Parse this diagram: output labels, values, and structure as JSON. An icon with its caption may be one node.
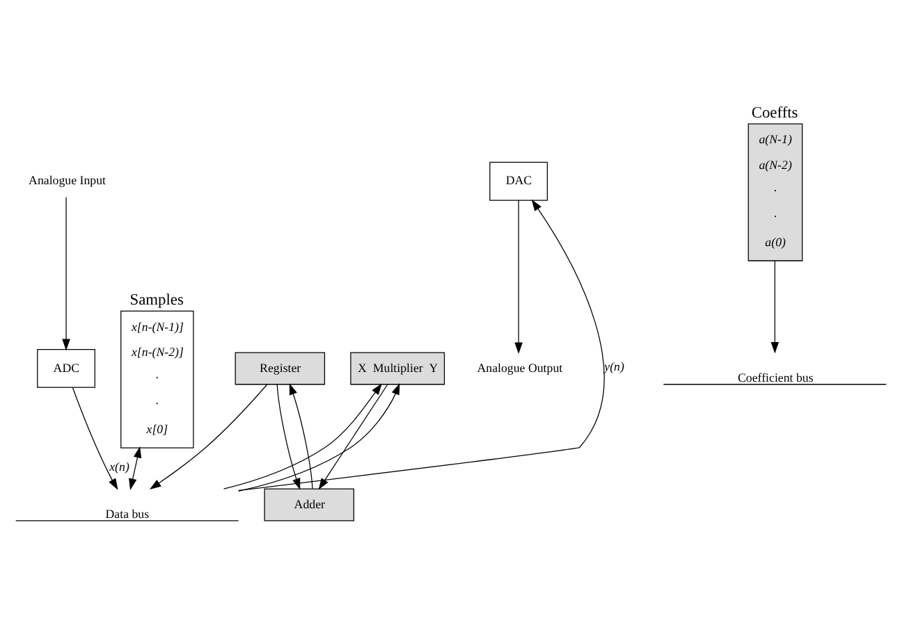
{
  "diagram": {
    "nodes": [
      {
        "text": [
          "Analogue Input"
        ]
      },
      {
        "text": [
          "ADC"
        ]
      },
      {
        "text": [
          "Samples",
          "x[n-(N-1)]",
          "x[n-(N-2)]",
          "·",
          "·",
          "x[0]"
        ]
      },
      {
        "text": [
          "Coeffts",
          "a(N-1)",
          "a(N-2)",
          "·",
          "·",
          "a(0)"
        ]
      },
      {
        "text": [
          "X  Multiplier  Y"
        ]
      },
      {
        "text": [
          "Adder"
        ]
      },
      {
        "text": [
          "Register"
        ]
      },
      {
        "text": [
          "DAC"
        ]
      },
      {
        "text": [
          "Analogue Output"
        ]
      },
      {
        "text": [
          "Data bus"
        ]
      },
      {
        "text": [
          "Coefficient bus"
        ]
      }
    ],
    "edges": [
      {
        "from": 0,
        "to": 1,
        "arrow": "to"
      },
      {
        "from": 1,
        "to": 9,
        "arrow": "to",
        "label": "x(n)"
      },
      {
        "from": 2,
        "to": 9,
        "arrow": "both"
      },
      {
        "from": 3,
        "to": 10,
        "arrow": "to"
      },
      {
        "from": 9,
        "to": 4,
        "arrow": "to"
      },
      {
        "from": 9,
        "to": 4,
        "arrow": "to"
      },
      {
        "from": 4,
        "to": 5,
        "arrow": "to"
      },
      {
        "from": 5,
        "to": 6,
        "arrow": "to"
      },
      {
        "from": 6,
        "to": 5,
        "arrow": "to"
      },
      {
        "from": 6,
        "to": 9,
        "arrow": "to"
      },
      {
        "from": 9,
        "to": 7,
        "arrow": "to",
        "label": "y(n)"
      },
      {
        "from": 7,
        "to": 8,
        "arrow": "to"
      }
    ]
  }
}
